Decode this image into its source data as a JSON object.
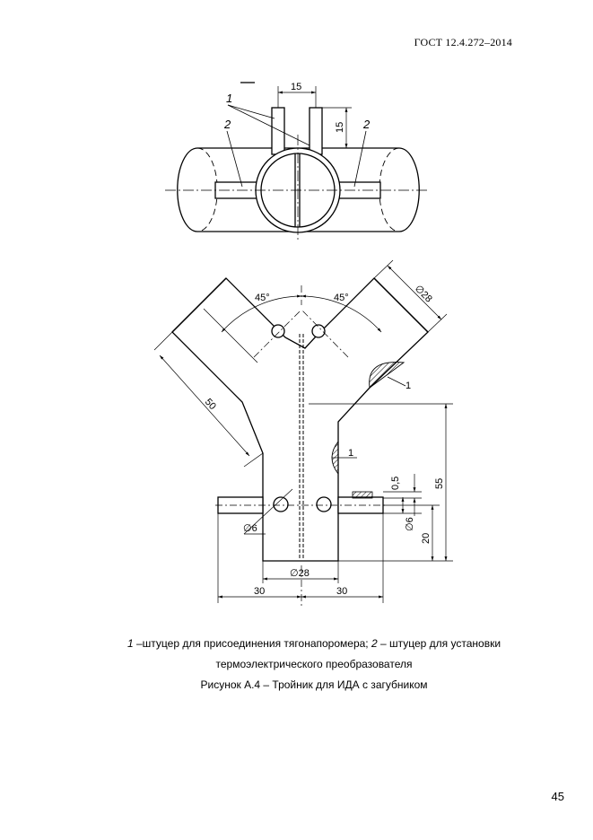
{
  "header": {
    "standard": "ГОСТ 12.4.272–2014"
  },
  "drawing": {
    "top_view": {
      "callouts": [
        "1",
        "2",
        "2"
      ],
      "dimensions": [
        "15",
        "15"
      ]
    },
    "front_view": {
      "angles": [
        "45°",
        "45°"
      ],
      "callouts": [
        "1",
        "1"
      ],
      "dimensions": [
        "∅28",
        "50",
        "55",
        "0,5",
        "∅6",
        "20",
        "∅6",
        "∅28",
        "30",
        "30"
      ]
    }
  },
  "caption": {
    "line1_num1": "1",
    "line1_text1": " –штуцер для присоединения тягонапоромера; ",
    "line1_num2": "2",
    "line1_text2": " – штуцер для установки",
    "line2": "термоэлектрического преобразователя",
    "line3": "Рисунок А.4 – Тройник для ИДА с загубником"
  },
  "footer": {
    "page_number": "45"
  }
}
